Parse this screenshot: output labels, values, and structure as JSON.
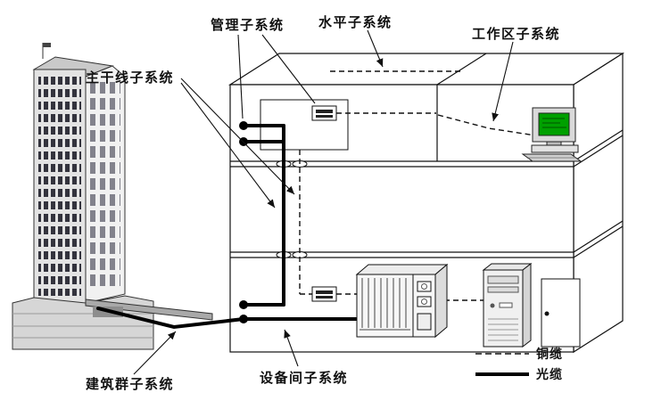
{
  "diagram": {
    "type": "structured-cabling-system-diagram",
    "labels": {
      "management": "管理子系统",
      "horizontal": "水平子系统",
      "work_area": "工作区子系统",
      "backbone": "主干线子系统",
      "campus": "建筑群子系统",
      "equipment_room": "设备间子系统"
    },
    "legend": {
      "copper": {
        "label": "铜缆",
        "line_style": "dashed"
      },
      "fiber": {
        "label": "光缆",
        "line_style": "solid"
      }
    },
    "figures": {
      "building": "office-building-icon",
      "workstation": "desktop-computer-icon",
      "rack": "equipment-rack-icon",
      "tower_pc": "tower-pc-icon",
      "door": "door-icon"
    },
    "colors": {
      "line": "#111111",
      "background": "#ffffff",
      "monitor_screen": "#00a000"
    }
  }
}
